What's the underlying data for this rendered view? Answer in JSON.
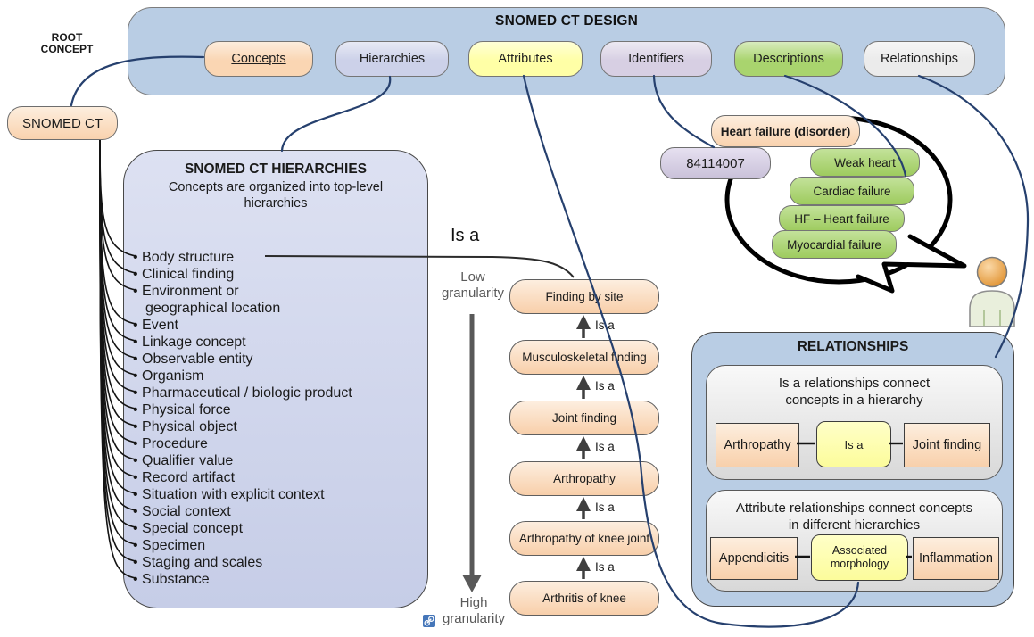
{
  "banner": {
    "title": "SNOMED CT DESIGN",
    "pills": [
      {
        "label": "Concepts",
        "fill": "#fad6b3",
        "underlined": true
      },
      {
        "label": "Hierarchies",
        "fill": "#ccd1e9"
      },
      {
        "label": "Attributes",
        "fill": "#ffffa6"
      },
      {
        "label": "Identifiers",
        "fill": "#d7cfe3"
      },
      {
        "label": "Descriptions",
        "fill": "#a9d46e"
      },
      {
        "label": "Relationships",
        "fill": "#ebebeb"
      }
    ]
  },
  "root_concept": {
    "label": "ROOT\nCONCEPT",
    "pill_label": "SNOMED CT"
  },
  "hierarchies_panel": {
    "title": "SNOMED CT HIERARCHIES",
    "subtitle": "Concepts are organized into top-level hierarchies",
    "items": [
      "Body structure",
      "Clinical finding",
      "Environment or\ngeographical location",
      "Event",
      "Linkage concept",
      "Observable entity",
      "Organism",
      "Pharmaceutical / biologic product",
      "Physical force",
      "Physical object",
      "Procedure",
      "Qualifier value",
      "Record artifact",
      "Situation with explicit context",
      "Social context",
      "Special concept",
      "Specimen",
      "Staging and scales",
      "Substance"
    ]
  },
  "isa_example": {
    "header_label": "Is a",
    "edge_label": "Is a",
    "chain": [
      "Finding by site",
      "Musculoskeletal finding",
      "Joint finding",
      "Arthropathy",
      "Arthropathy of knee joint",
      "Arthritis of knee"
    ],
    "low_granularity": "Low\ngranularity",
    "high_granularity": "High\ngranularity"
  },
  "description_example": {
    "concept": "Heart failure (disorder)",
    "identifier": "84114007",
    "synonyms": [
      "Weak heart",
      "Cardiac failure",
      "HF – Heart failure",
      "Myocardial failure"
    ]
  },
  "relationships_panel": {
    "title": "RELATIONSHIPS",
    "isa_caption": "Is a  relationships connect\nconcepts in a hierarchy",
    "isa_row": {
      "left": "Arthropathy",
      "middle": "Is a",
      "right": "Joint finding"
    },
    "attribute_caption": "Attribute relationships connect concepts\nin different hierarchies",
    "attribute_row": {
      "left": "Appendicitis",
      "middle": "Associated morphology",
      "right": "Inflammation"
    }
  },
  "colors": {
    "connector_navy": "#26406e",
    "fan_black": "#141414",
    "arrow_gray": "#3f3f3f",
    "granularity_gray": "#595959",
    "peach": "#fad6b3",
    "yellow": "#ffffa6",
    "green": "#a9d46e",
    "lavender": "#d7cfe3",
    "panel_blue": "#b9cde4",
    "panel_lavender": "#ced4eb"
  }
}
